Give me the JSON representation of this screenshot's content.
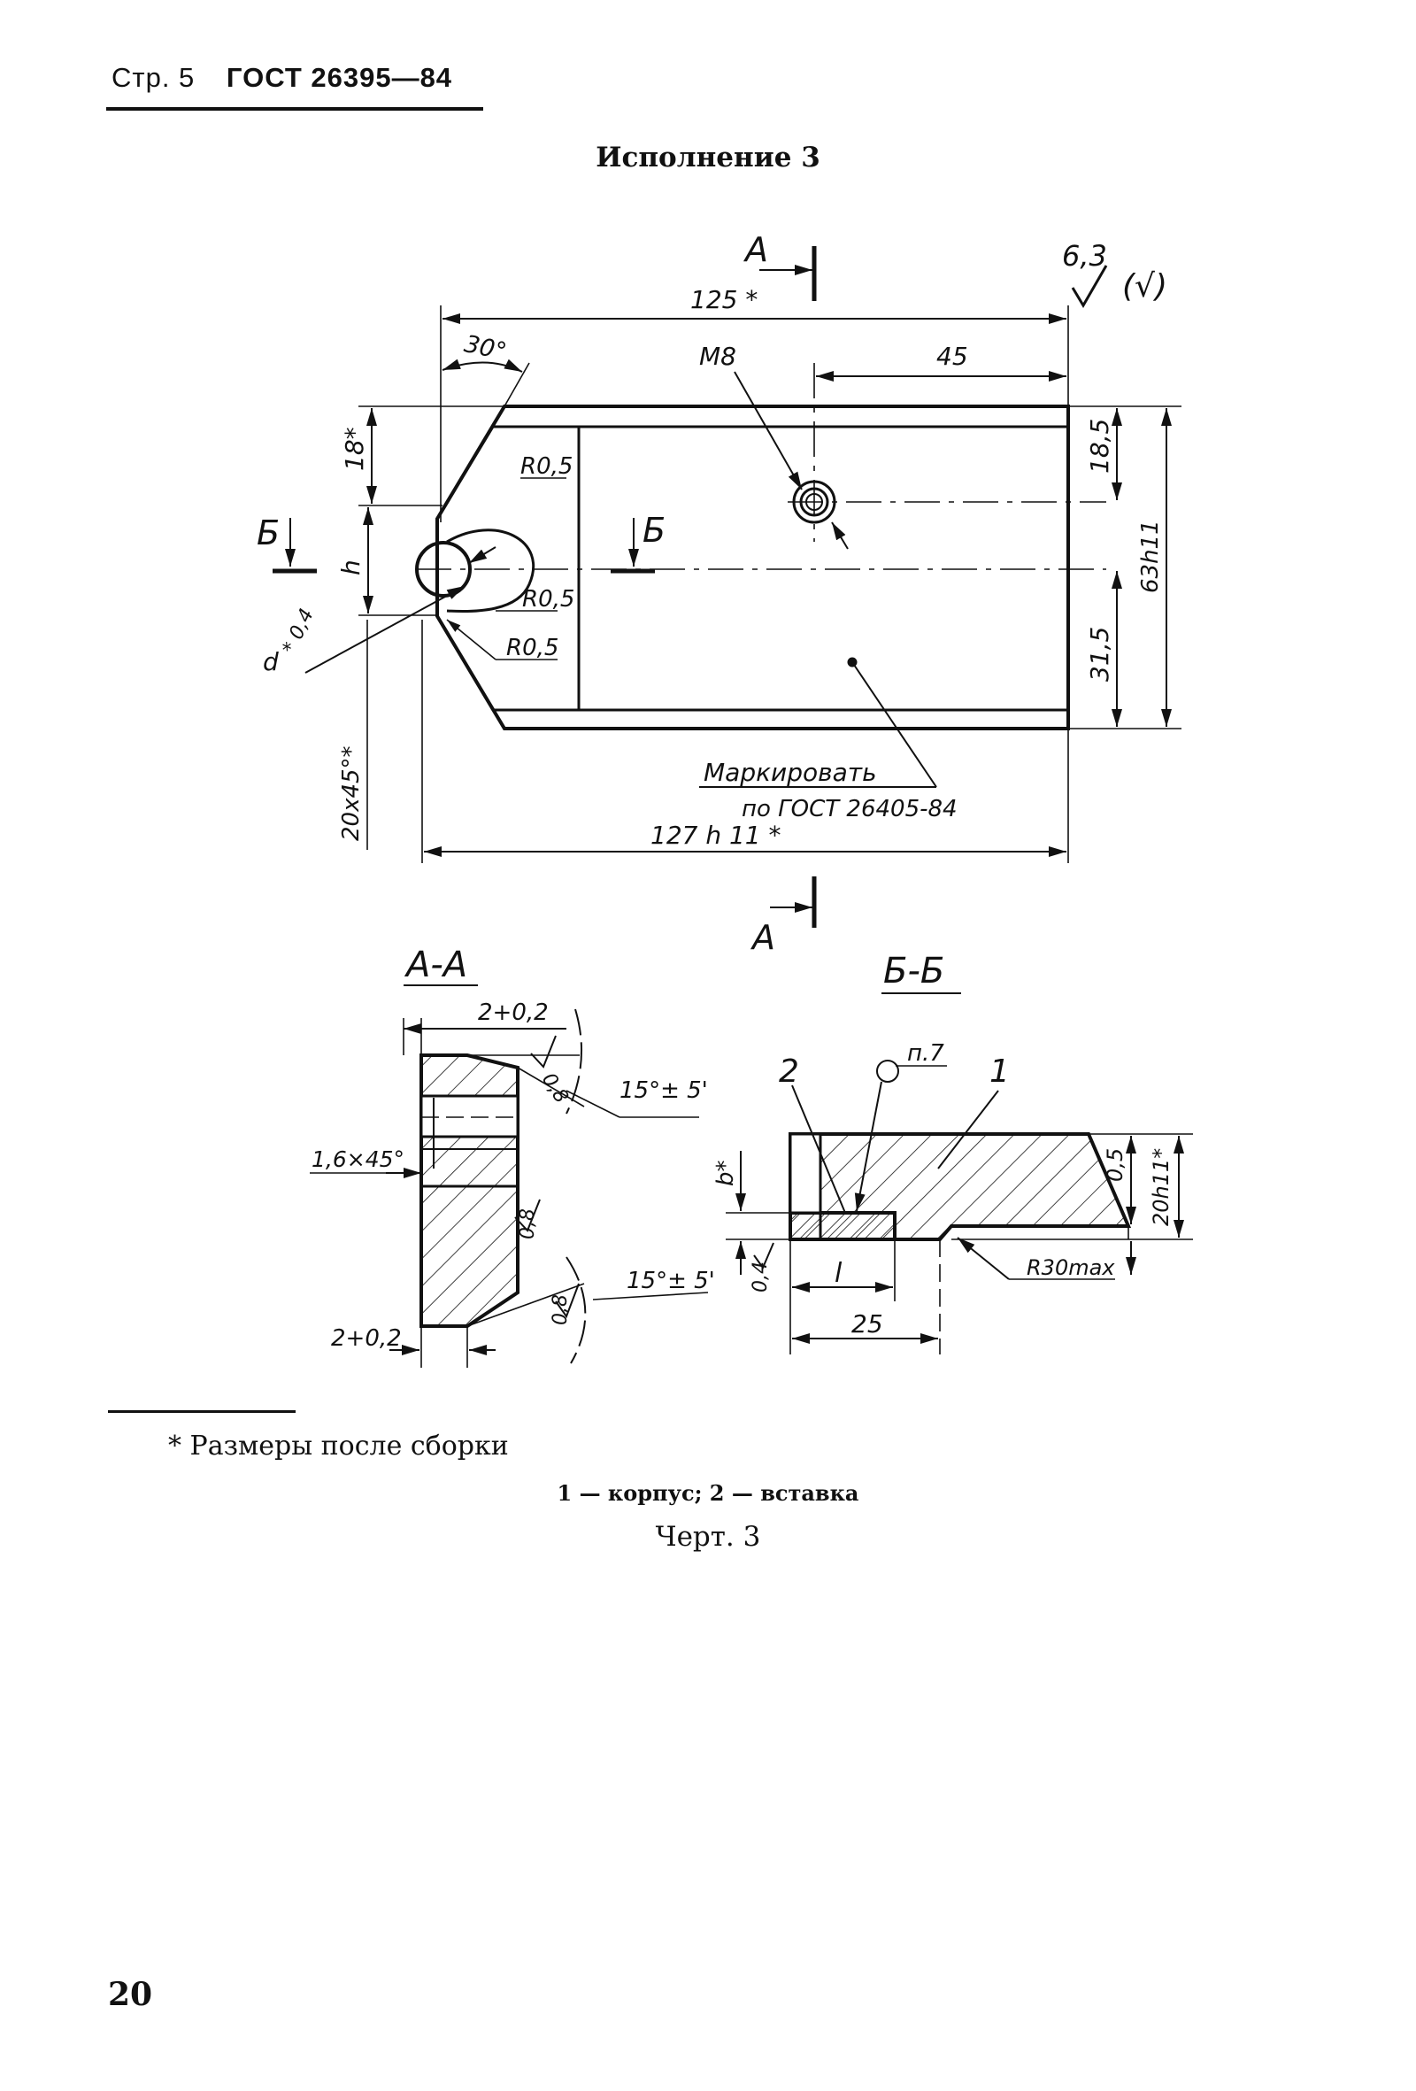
{
  "header": {
    "page": "Стр. 5",
    "standard": "ГОСТ 26395—84"
  },
  "variant_title": "Исполнение 3",
  "drawing": {
    "section_a": "А",
    "section_b": "Б",
    "roughness_main": "6,3",
    "roughness_rest": "(√)",
    "dims": {
      "overall_top": "125 *",
      "angle": "30°",
      "thread": "М8",
      "dist_45": "45",
      "d18": "18*",
      "r05": "R0,5",
      "d185": "18,5",
      "h": "h",
      "d63": "63h11",
      "d": "d",
      "d_roughness": "* 0,4",
      "d315": "31,5",
      "chamfer": "20x45°*",
      "overall_bottom": "127 h 11 *",
      "mark_1": "Маркировать",
      "mark_2": "по ГОСТ 26405-84"
    },
    "view_aa": {
      "title": "А-А",
      "top_dim": "2+0,2",
      "r08": "0,8",
      "angle": "15°± 5'",
      "chamfer": "1,6×45°",
      "bottom_dim": "2+0,2"
    },
    "view_bb": {
      "title": "Б-Б",
      "note": "п.7",
      "part_2": "2",
      "part_1": "1",
      "b": "b*",
      "r05": "0,5",
      "h20": "20h11*",
      "r04": "0,4",
      "l": "l",
      "r30": "R30max",
      "d25": "25"
    }
  },
  "footnote": "* Размеры после сборки",
  "legend": "1 — корпус; 2 — вставка",
  "caption": "Черт. 3",
  "page_number": "20"
}
